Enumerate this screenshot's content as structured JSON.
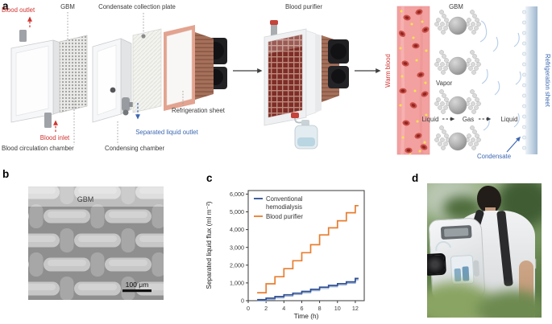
{
  "panels": {
    "a_label": "a",
    "b_label": "b",
    "c_label": "c",
    "d_label": "d"
  },
  "panel_a": {
    "exploded_labels": {
      "blood_outlet": "Blood outlet",
      "gbm": "GBM",
      "condensate_collection_plate": "Condensate collection plate",
      "refrigeration_sheet": "Refrigeration sheet",
      "blood_inlet": "Blood inlet",
      "separated_liquid_outlet": "Separated liquid outlet",
      "blood_circulation_chamber": "Blood circulation chamber",
      "condensing_chamber": "Condensing chamber"
    },
    "assembled_label": "Blood purifier",
    "mechanism_labels": {
      "warm_blood": "Warm blood",
      "gbm": "GBM",
      "vapor": "Vapor",
      "liquid_in": "Liquid",
      "gas": "Gas",
      "liquid_out": "Liquid",
      "refrigeration_sheet": "Refrigeration sheet",
      "condensate": "Condensate"
    }
  },
  "panel_b": {
    "material_label": "GBM",
    "scale_bar_label": "100 μm"
  },
  "chart_data": {
    "type": "line",
    "line_style": "step-after",
    "x": [
      1,
      2,
      3,
      4,
      5,
      6,
      7,
      8,
      9,
      10,
      11,
      12
    ],
    "series": [
      {
        "name": "Conventional hemodialysis",
        "name_lines": [
          "Conventional",
          "hemodialysis"
        ],
        "color": "#2e4f92",
        "values": [
          60,
          140,
          230,
          330,
          420,
          520,
          640,
          760,
          860,
          960,
          1060,
          1250
        ]
      },
      {
        "name": "Blood purifier",
        "name_lines": [
          "Blood purifier"
        ],
        "color": "#e87e30",
        "values": [
          450,
          950,
          1350,
          1800,
          2250,
          2700,
          3150,
          3700,
          4100,
          4500,
          4950,
          5350
        ]
      }
    ],
    "title": "",
    "xlabel": "Time (h)",
    "ylabel": "Separated liquid flux (ml m⁻²)",
    "xlim": [
      0,
      13
    ],
    "ylim": [
      0,
      6200
    ],
    "xticks": [
      0,
      2,
      4,
      6,
      8,
      10,
      12
    ],
    "yticks": [
      0,
      1000,
      2000,
      3000,
      4000,
      5000,
      6000
    ],
    "ytick_labels": [
      "0",
      "1,000",
      "2,000",
      "3,000",
      "4,000",
      "5,000",
      "6,000"
    ],
    "legend_position": "top-left",
    "grid": false
  },
  "colors": {
    "red_annotation": "#cf3430",
    "blue_annotation": "#3d68b1",
    "series_blue": "#2e4f92",
    "series_orange": "#e87e30",
    "refrigeration_frame": "#e2a390",
    "heatsink_brown": "#a5705a",
    "blood_channel": "#f2a0a0"
  }
}
